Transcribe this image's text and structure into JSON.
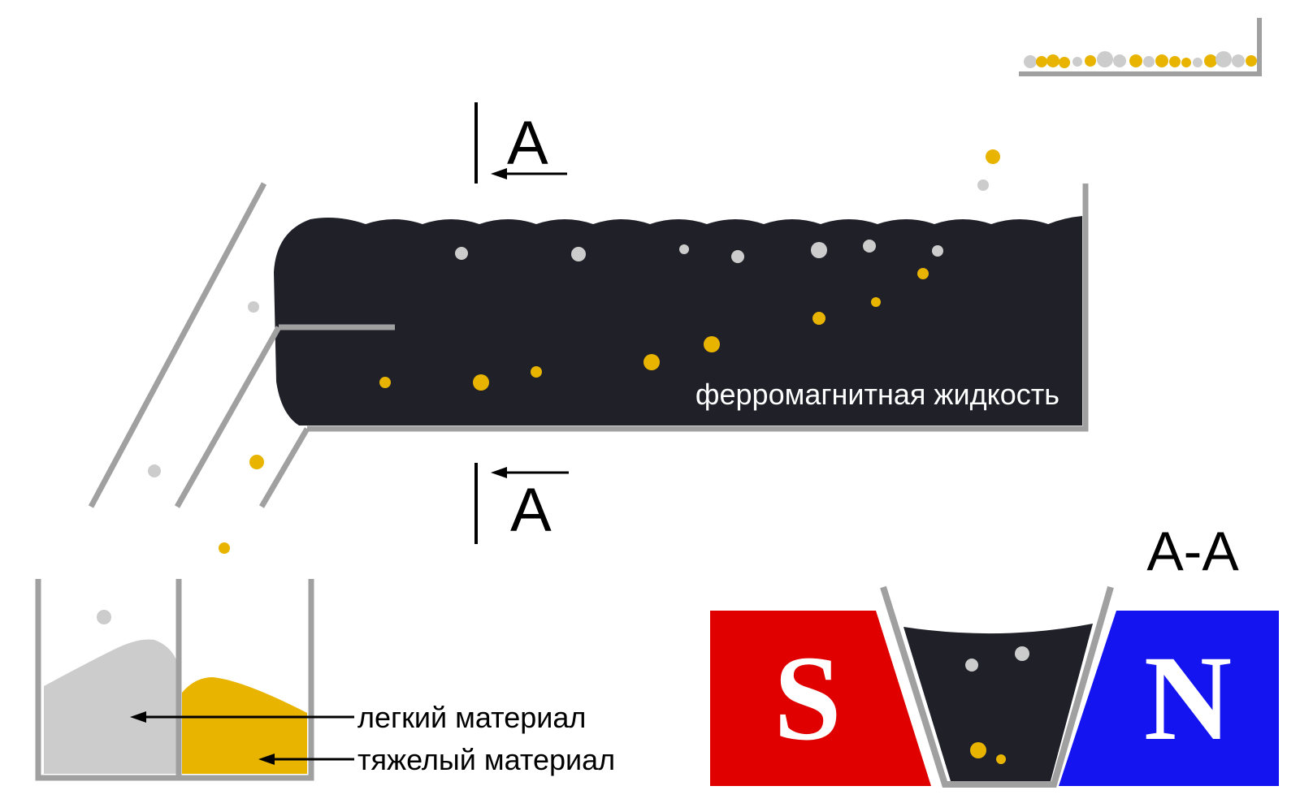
{
  "section_marker": {
    "letter_top": "A",
    "letter_bottom": "A"
  },
  "fluid_label": "ферромагнитная жидкость",
  "cross_section": {
    "title": "A-A",
    "pole_left": "S",
    "pole_right": "N"
  },
  "legend": {
    "light_label": "легкий материал",
    "heavy_label": "тяжелый материал"
  },
  "colors": {
    "fluid": "#1f2028",
    "wall": "#a0a0a0",
    "light_material": "#cccccc",
    "heavy_material": "#e8b400",
    "pole_s": "#e00000",
    "pole_n": "#1414f0",
    "text": "#000000"
  }
}
